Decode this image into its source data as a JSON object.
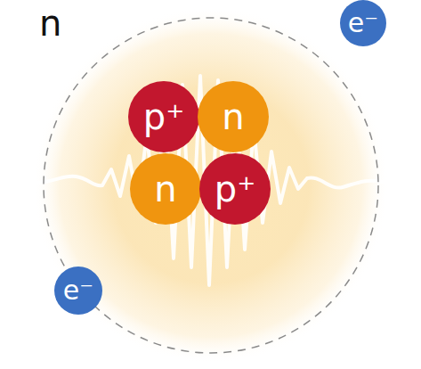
{
  "diagram": {
    "nodes": [
      {
        "text": [
          "p⁺"
        ]
      },
      {
        "text": [
          "n"
        ]
      },
      {
        "text": [
          "n"
        ]
      },
      {
        "text": [
          "p⁺"
        ]
      },
      {
        "text": [
          "e⁻"
        ]
      },
      {
        "text": [
          "e⁻"
        ]
      }
    ],
    "labels": [
      "n"
    ]
  }
}
